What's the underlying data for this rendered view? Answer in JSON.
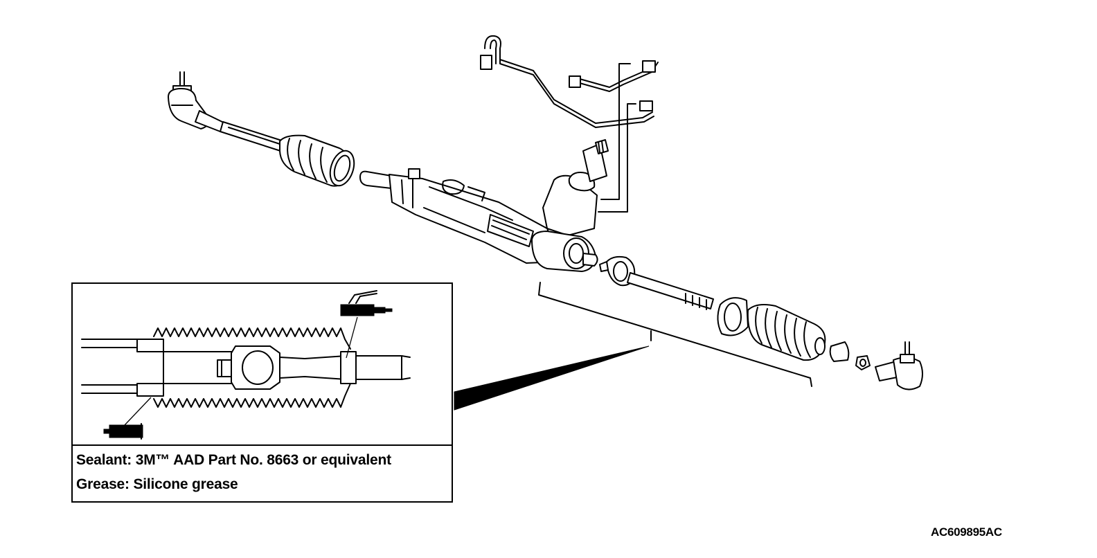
{
  "legend": {
    "sealant": "Sealant: 3M™ AAD Part No. 8663 or equivalent",
    "grease": "Grease: Silicone grease"
  },
  "reference_code": "AC609895AC",
  "icons": {
    "grease_gun": "grease-gun-icon",
    "sealant_tube": "sealant-tube-icon"
  }
}
